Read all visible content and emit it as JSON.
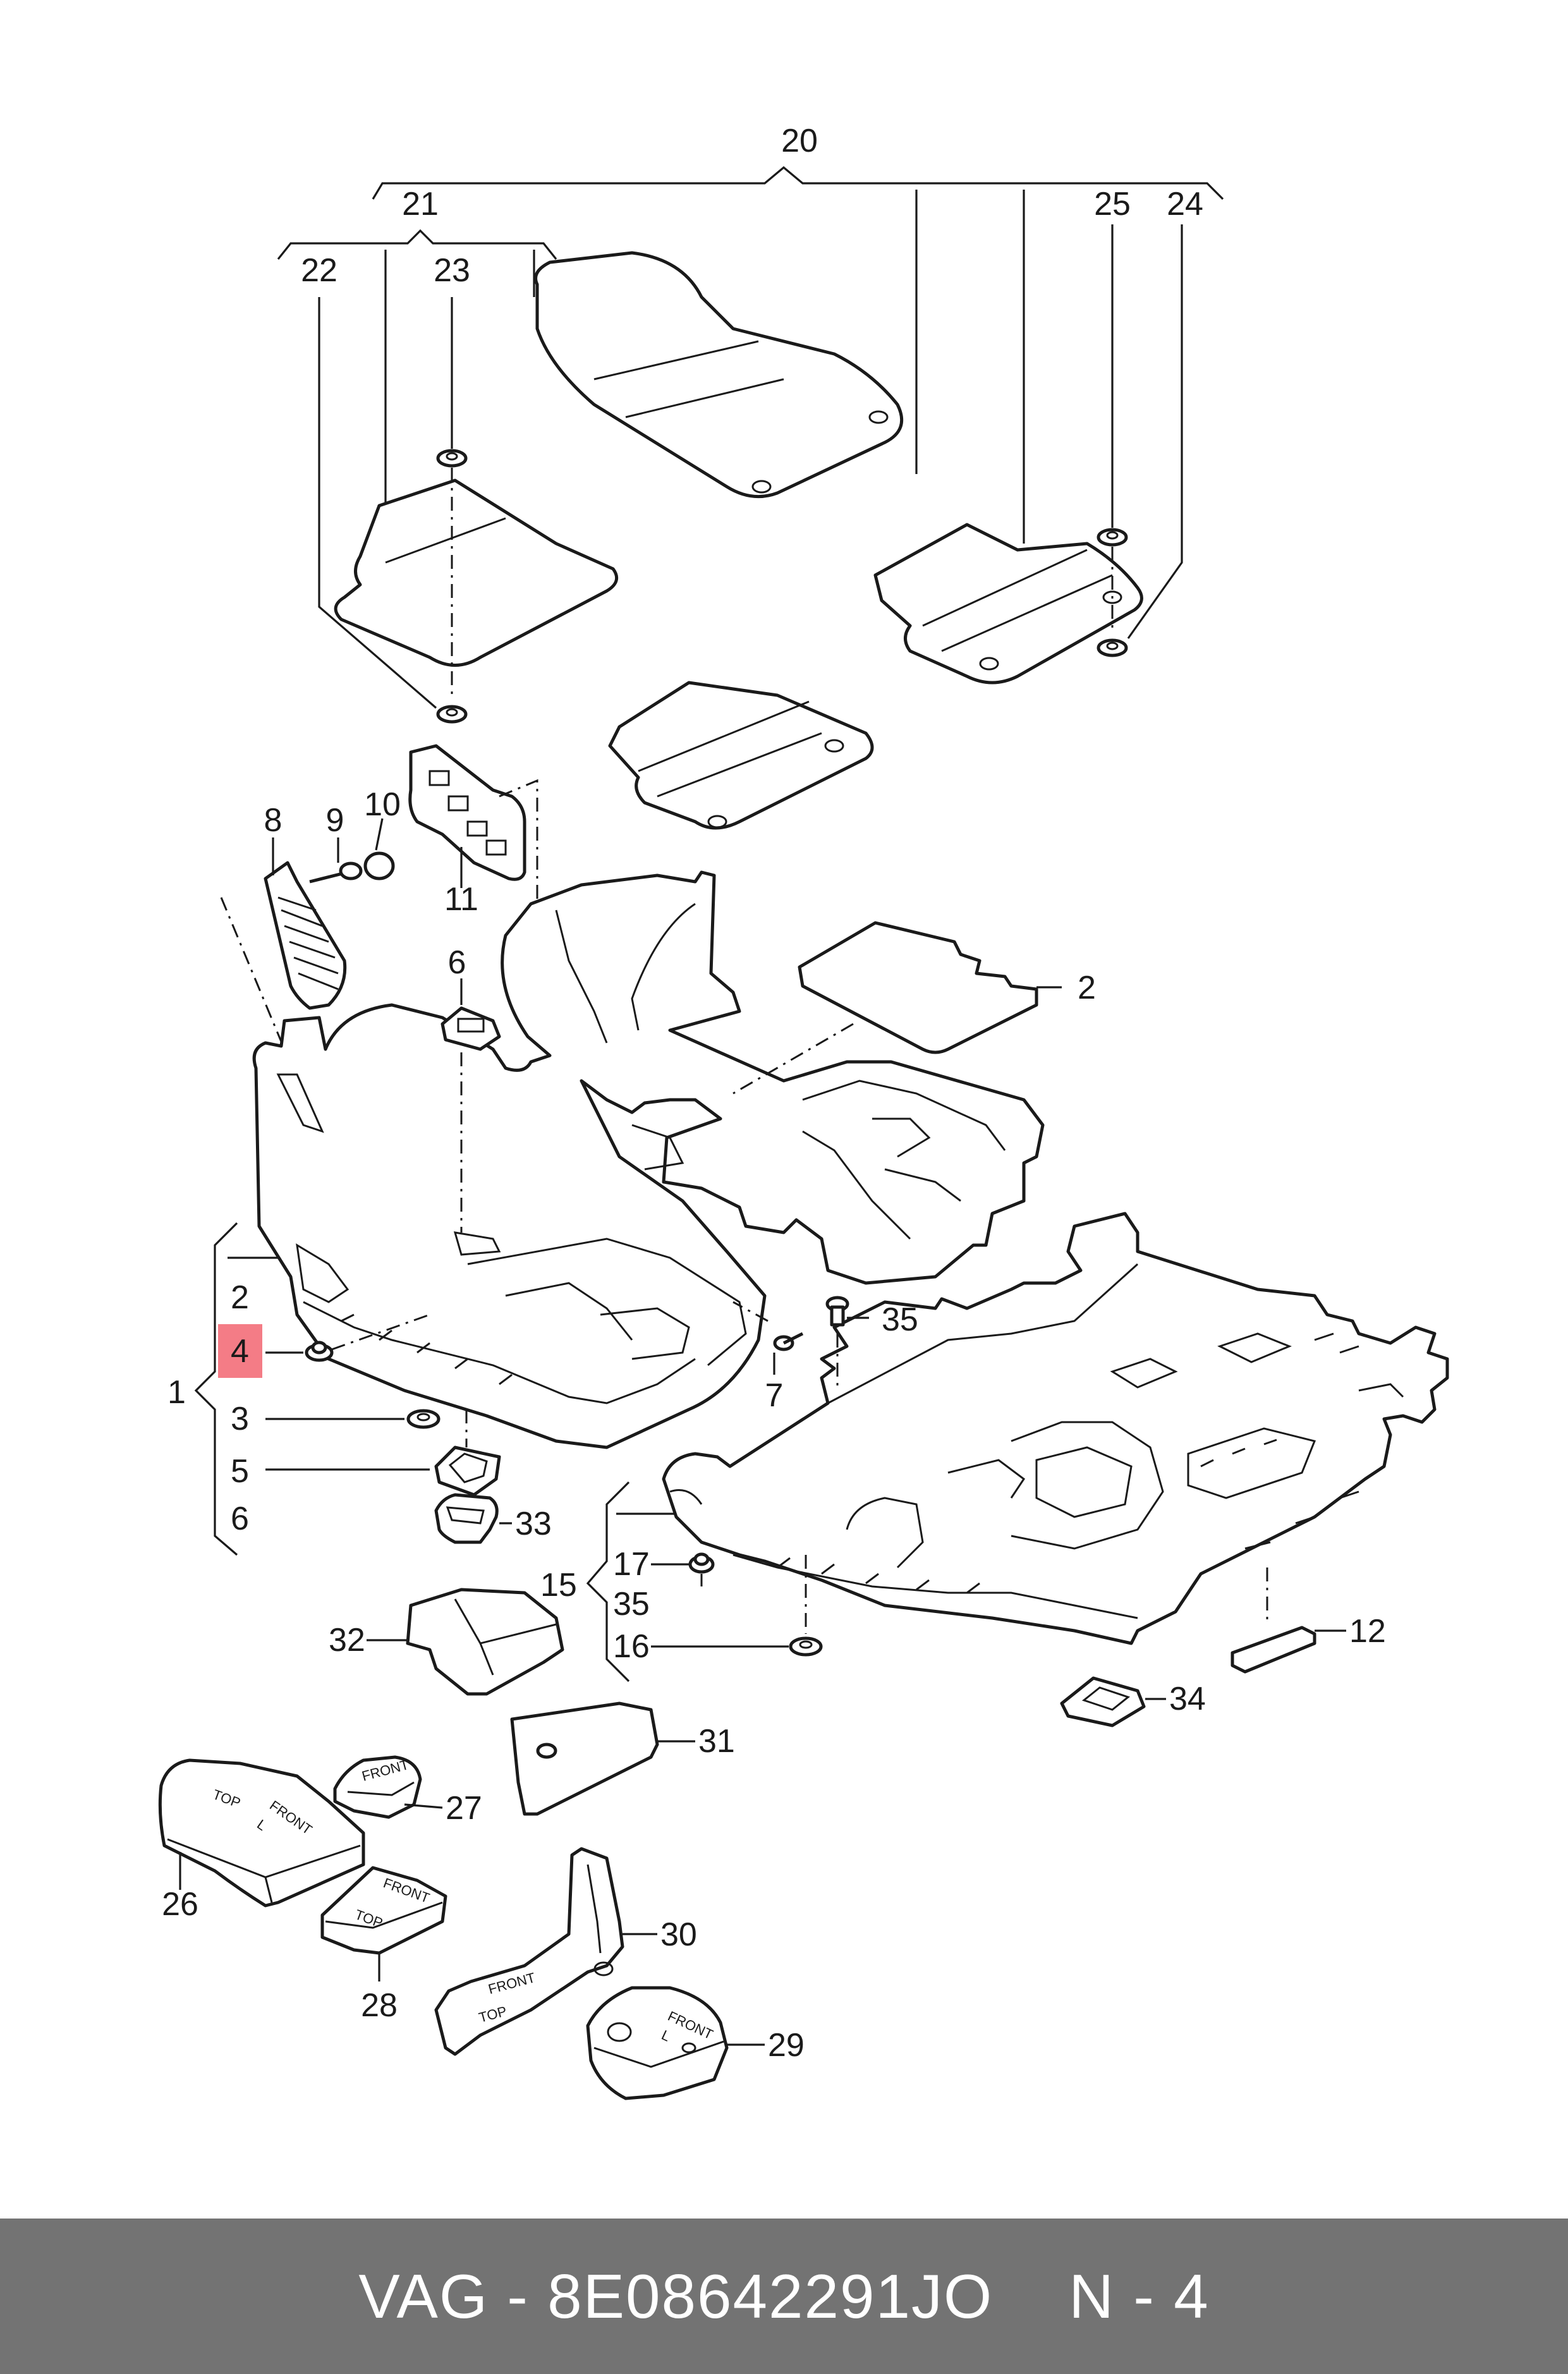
{
  "labels": {
    "l1": "1",
    "l2": "2",
    "l2b": "2",
    "l3": "3",
    "l4": "4",
    "l5": "5",
    "l6": "6",
    "l6b": "6",
    "l7": "7",
    "l8": "8",
    "l9": "9",
    "l10": "10",
    "l11": "11",
    "l12": "12",
    "l15": "15",
    "l16": "16",
    "l17": "17",
    "l20": "20",
    "l21": "21",
    "l22": "22",
    "l23": "23",
    "l24": "24",
    "l25": "25",
    "l26": "26",
    "l27": "27",
    "l28": "28",
    "l29": "29",
    "l30": "30",
    "l31": "31",
    "l32": "32",
    "l33": "33",
    "l34": "34",
    "l35": "35",
    "l35b": "35"
  },
  "stamps": {
    "front": "FRONT",
    "top": "TOP",
    "side": "L"
  },
  "highlight_color": "#f47c86",
  "footer": {
    "part_number": "VAG - 8E08642291JO",
    "page": "N - 4"
  }
}
